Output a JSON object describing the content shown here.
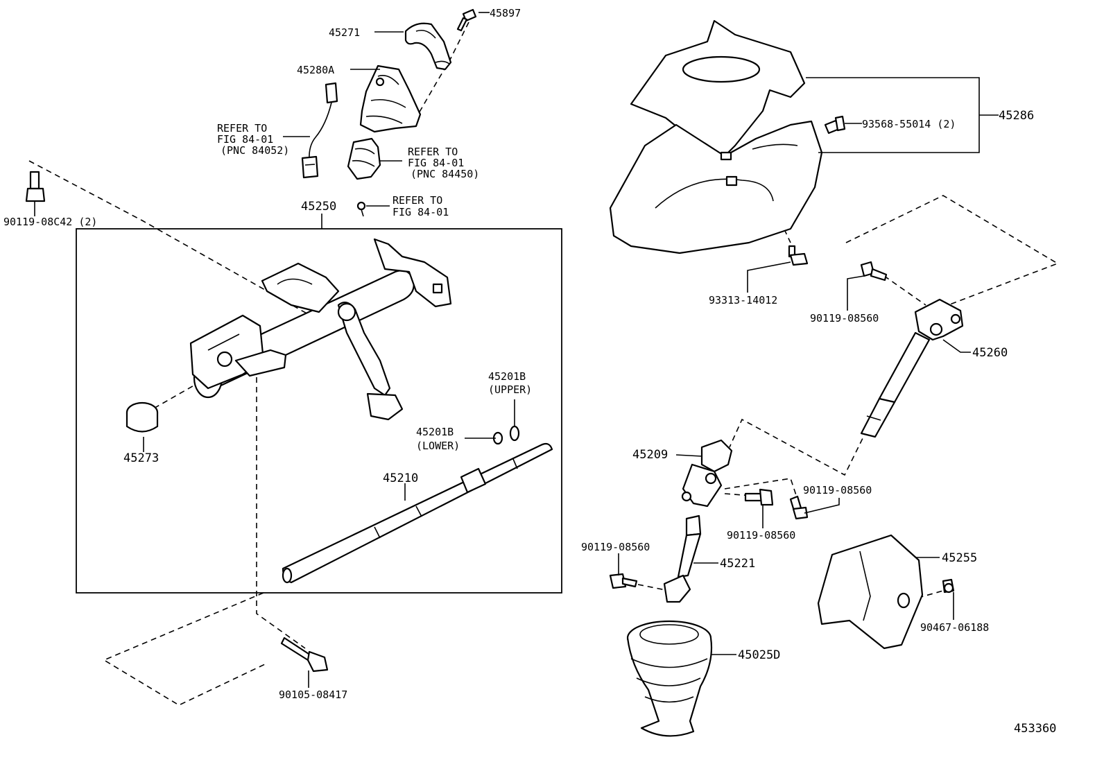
{
  "diagram": {
    "labels": {
      "p45897": "45897",
      "p45271": "45271",
      "p45280a": "45280A",
      "ref_84052_l1": "REFER TO",
      "ref_84052_l2": "FIG 84-01",
      "ref_84052_l3": "(PNC 84052)",
      "ref_84450_l1": "REFER TO",
      "ref_84450_l2": "FIG 84-01",
      "ref_84450_l3": "(PNC 84450)",
      "ref_fig_l1": "REFER TO",
      "ref_fig_l2": "FIG 84-01",
      "p90119_08c42": "90119-08C42 (2)",
      "p45250": "45250",
      "p45273": "45273",
      "p45201b_upper_l1": "45201B",
      "p45201b_upper_l2": "(UPPER)",
      "p45201b_lower_l1": "45201B",
      "p45201b_lower_l2": "(LOWER)",
      "p45210": "45210",
      "p90105_08417": "90105-08417",
      "p45286": "45286",
      "p93568_55014": "93568-55014 (2)",
      "p93313_14012": "93313-14012",
      "p90119_08560_a": "90119-08560",
      "p45260": "45260",
      "p45209": "45209",
      "p90119_08560_b": "90119-08560",
      "p90119_08560_c": "90119-08560",
      "p90119_08560_d": "90119-08560",
      "p45221": "45221",
      "p45255": "45255",
      "p90467_06188": "90467-06188",
      "p45025d": "45025D",
      "fig_id": "453360"
    }
  }
}
